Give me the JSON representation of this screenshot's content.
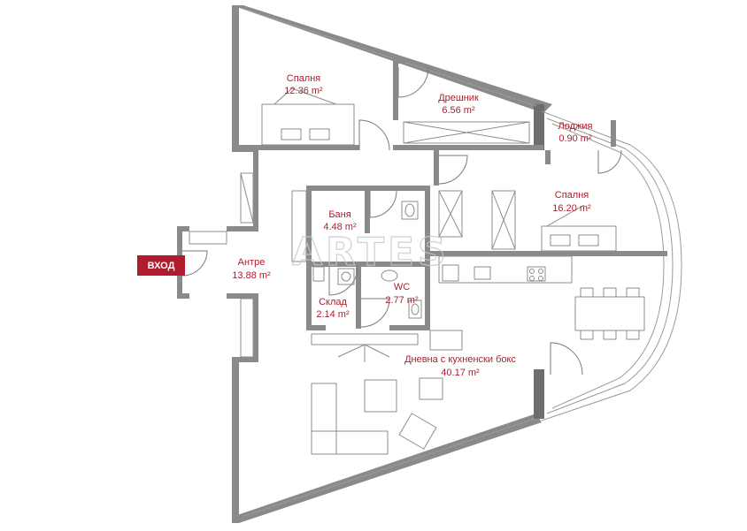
{
  "entry_label": "ВХОД",
  "watermark_text": "ARTES",
  "colors": {
    "accent": "#b01c2e",
    "wall": "#8a8a8a"
  },
  "rooms": [
    {
      "name": "Спалня",
      "area": "12.36 m²"
    },
    {
      "name": "Дрешник",
      "area": "6.56 m²"
    },
    {
      "name": "Лоджия",
      "area": "0.90 m²"
    },
    {
      "name": "Спалня",
      "area": "16.20 m²"
    },
    {
      "name": "Баня",
      "area": "4.48 m²"
    },
    {
      "name": "Антре",
      "area": "13.88 m²"
    },
    {
      "name": "WC",
      "area": "2.77 m²"
    },
    {
      "name": "Склад",
      "area": "2.14 m²"
    },
    {
      "name": "Дневна с кухненски бокс",
      "area": "40.17 m²"
    }
  ]
}
